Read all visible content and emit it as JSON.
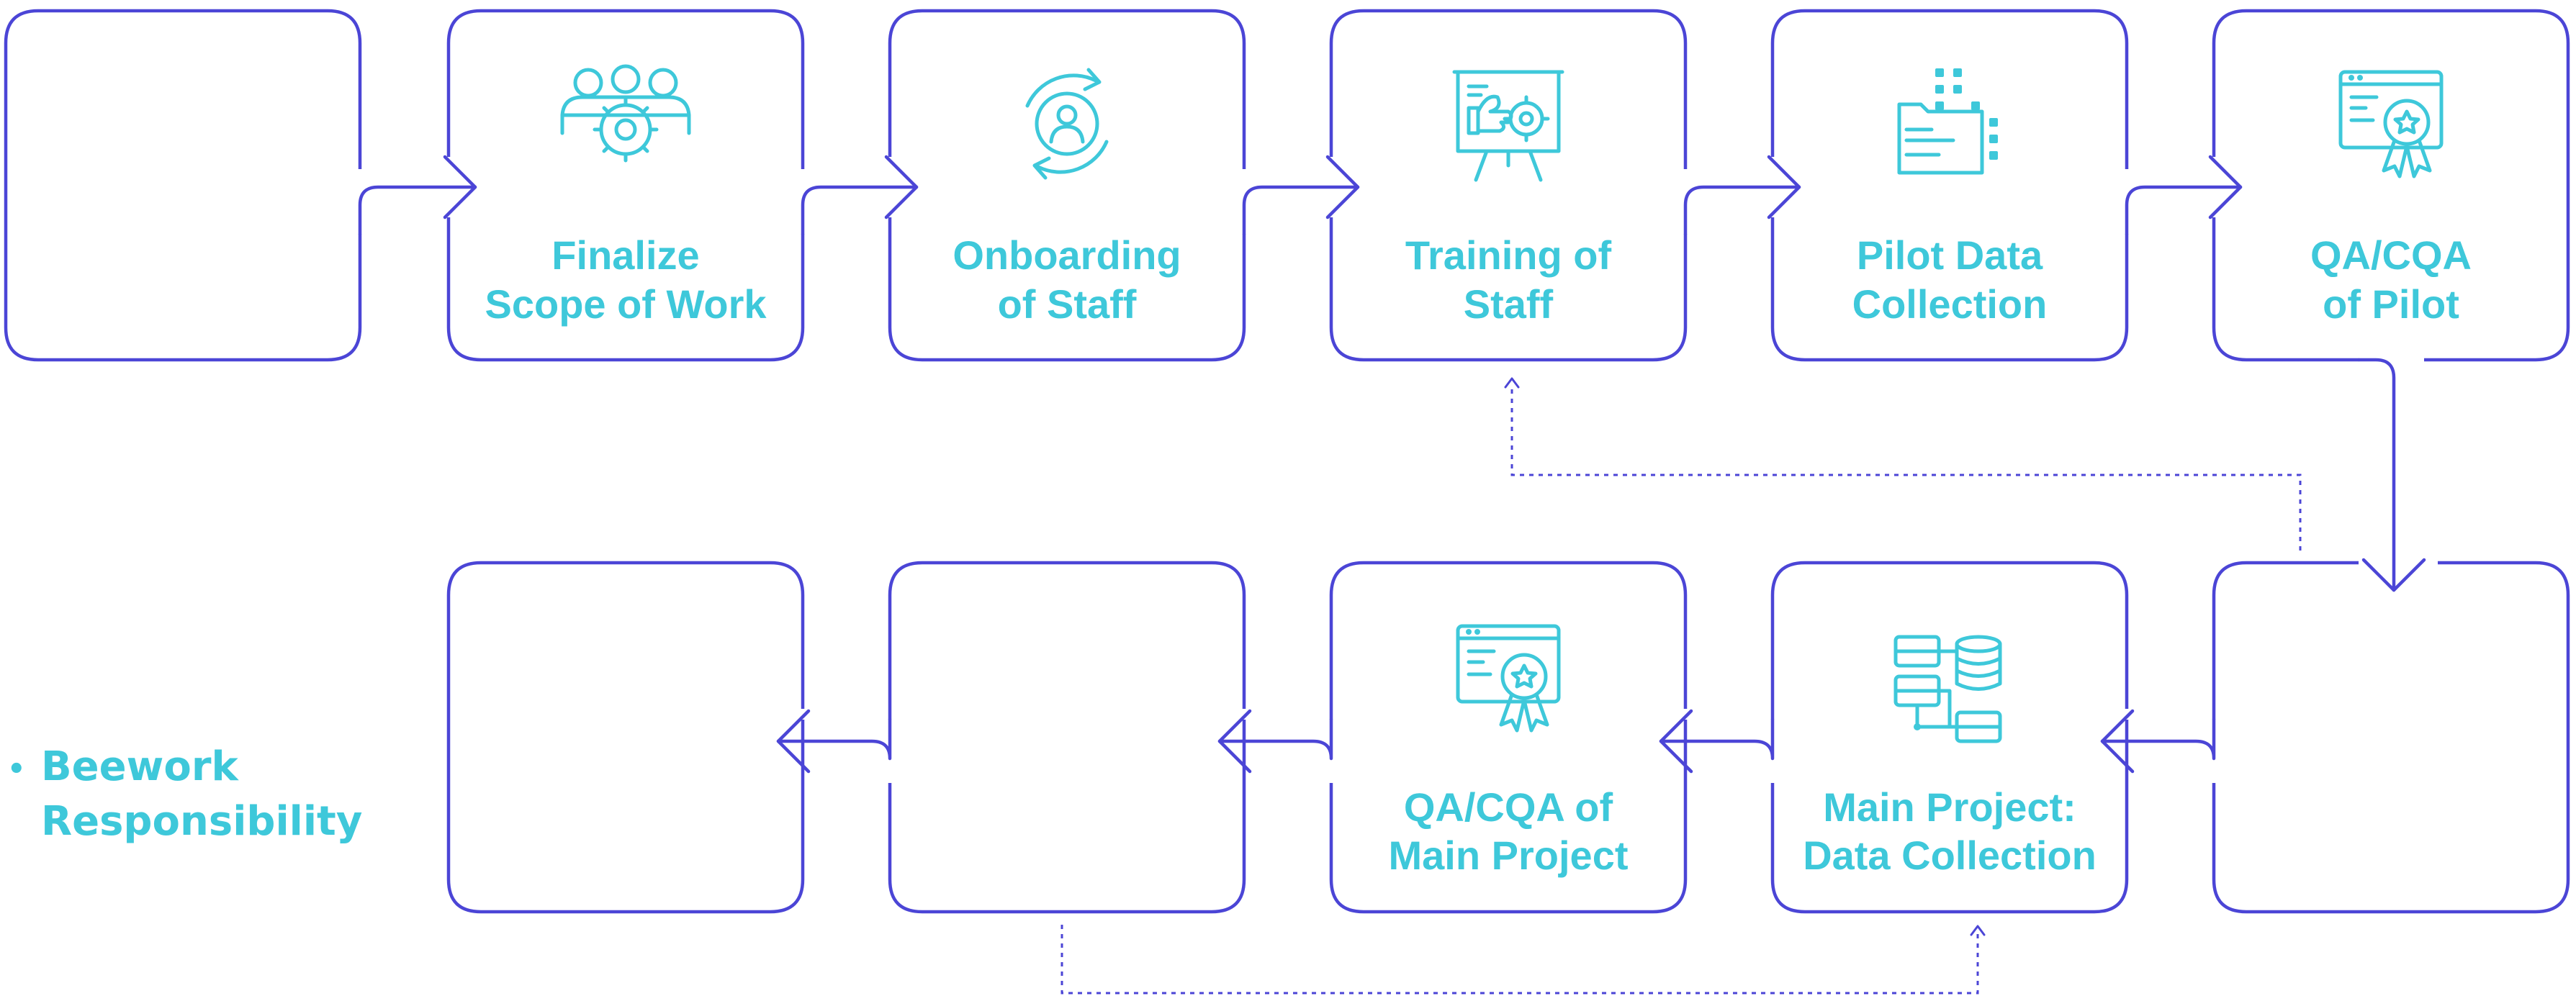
{
  "steps": [
    {
      "lines": [
        "",
        ""
      ]
    },
    {
      "lines": [
        "Finalize",
        "Scope of Work"
      ],
      "icon": "team-gear-icon"
    },
    {
      "lines": [
        "Onboarding",
        "of Staff"
      ],
      "icon": "onboarding-cycle-icon"
    },
    {
      "lines": [
        "Training of",
        "Staff"
      ],
      "icon": "presentation-board-icon"
    },
    {
      "lines": [
        "Pilot Data",
        "Collection"
      ],
      "icon": "data-folder-icon"
    },
    {
      "lines": [
        "QA/CQA",
        "of Pilot"
      ],
      "icon": "certificate-icon"
    },
    {
      "lines": [
        "",
        ""
      ]
    },
    {
      "lines": [
        "Main Project:",
        "Data Collection"
      ],
      "icon": "database-network-icon"
    },
    {
      "lines": [
        "QA/CQA of",
        "Main Project"
      ],
      "icon": "certificate-icon"
    },
    {
      "lines": [
        "",
        ""
      ]
    },
    {
      "lines": [
        "",
        ""
      ]
    }
  ],
  "legend": {
    "bullet": "•",
    "line1": "Beework",
    "line2": "Responsibility"
  },
  "colors": {
    "stroke": "#4b45d6",
    "accent": "#3ec8da"
  }
}
